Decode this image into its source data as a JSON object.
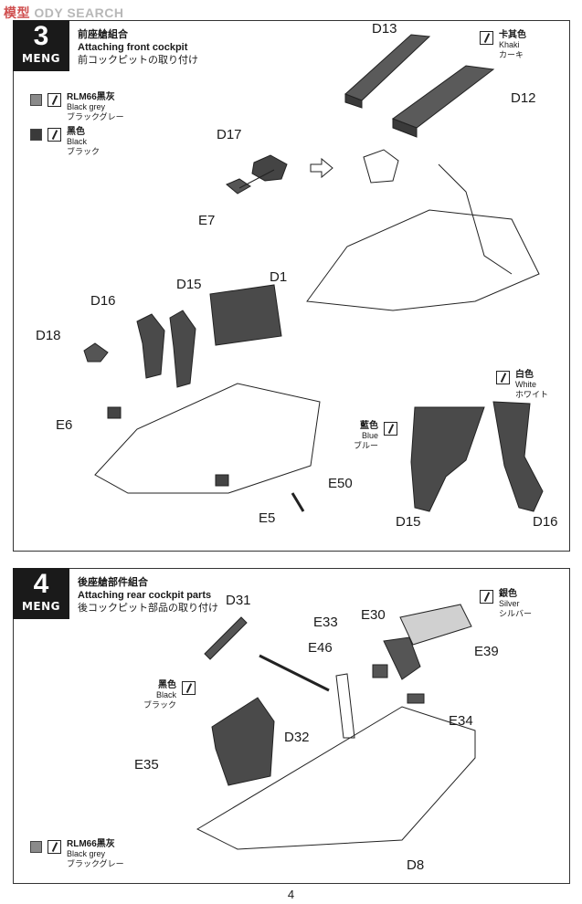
{
  "watermark": {
    "cjk": "模型",
    "latin": "ODY SEARCH"
  },
  "steps": [
    {
      "number": "3",
      "brand": "MENG",
      "title_zh": "前座艙組合",
      "title_en": "Attaching front cockpit",
      "title_ja": "前コックピットの取り付け",
      "colors": [
        {
          "zh": "RLM66黑灰",
          "en": "Black grey",
          "ja": "ブラックグレー",
          "hex": "#8a8a8a"
        },
        {
          "zh": "黑色",
          "en": "Black",
          "ja": "ブラック",
          "hex": "#3a3a3a"
        }
      ],
      "notes": [
        {
          "zh": "卡其色",
          "en": "Khaki",
          "ja": "カーキ"
        },
        {
          "zh": "藍色",
          "en": "Blue",
          "ja": "ブルー"
        },
        {
          "zh": "白色",
          "en": "White",
          "ja": "ホワイト"
        }
      ],
      "callouts": [
        "D13",
        "D12",
        "D17",
        "E7",
        "D1",
        "D15",
        "D16",
        "D18",
        "E6",
        "E5",
        "E50",
        "D15",
        "D16"
      ]
    },
    {
      "number": "4",
      "brand": "MENG",
      "title_zh": "後座艙部件組合",
      "title_en": "Attaching rear cockpit parts",
      "title_ja": "後コックピット部品の取り付け",
      "colors": [
        {
          "zh": "RLM66黑灰",
          "en": "Black grey",
          "ja": "ブラックグレー",
          "hex": "#8a8a8a"
        }
      ],
      "notes": [
        {
          "zh": "銀色",
          "en": "Silver",
          "ja": "シルバー"
        },
        {
          "zh": "黑色",
          "en": "Black",
          "ja": "ブラック"
        }
      ],
      "callouts": [
        "D31",
        "E46",
        "E33",
        "E30",
        "E39",
        "D32",
        "E34",
        "E35",
        "D8"
      ]
    }
  ],
  "page_number": "4"
}
